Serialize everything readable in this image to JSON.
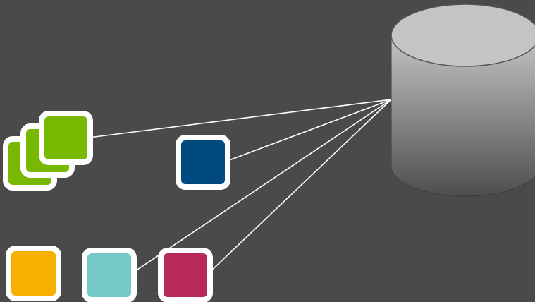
{
  "diagram": {
    "background_color": "#4a4a4a",
    "connector_color": "#ffffff",
    "square_border_color": "#ffffff",
    "database": {
      "shape": "cylinder",
      "icon": "database-icon",
      "gradient_top_color": "#c4c4c4",
      "gradient_bottom_color": "#4e4e4e"
    },
    "nodes": [
      {
        "id": "green-stack",
        "shape": "stacked-squares",
        "stack_count": 3,
        "color": "#77b900",
        "connected_to_database": true
      },
      {
        "id": "navy",
        "shape": "square",
        "color": "#004a80",
        "connected_to_database": true
      },
      {
        "id": "yellow",
        "shape": "square",
        "color": "#f6b100",
        "connected_to_database": false
      },
      {
        "id": "teal",
        "shape": "square",
        "color": "#76c9c4",
        "connected_to_database": true
      },
      {
        "id": "crimson",
        "shape": "square",
        "color": "#b8285a",
        "connected_to_database": true
      }
    ]
  }
}
